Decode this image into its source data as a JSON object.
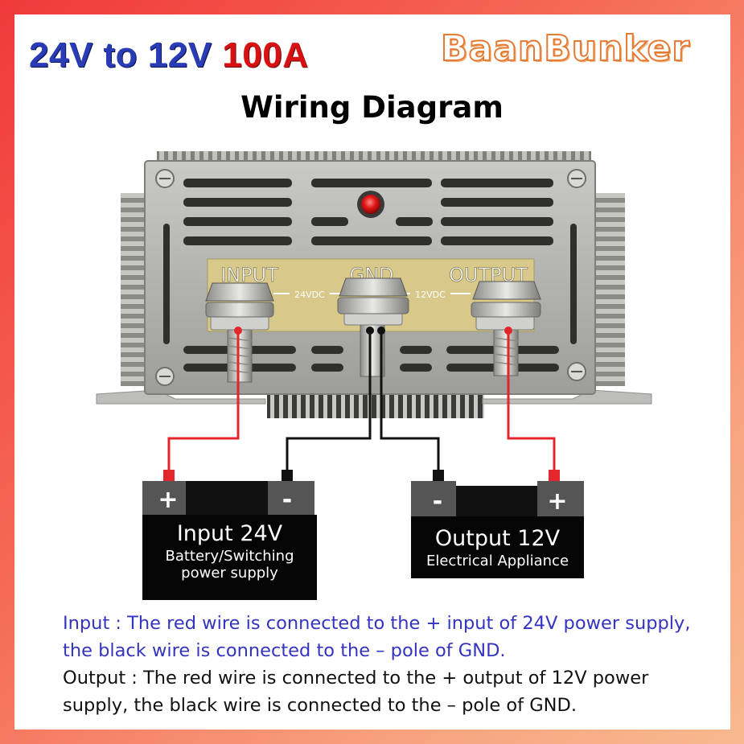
{
  "title": {
    "part1": "24V to 12V ",
    "part2": "100A",
    "brand": "BaanBunker",
    "subtitle": "Wiring Diagram"
  },
  "converter": {
    "input_label": "INPUT",
    "gnd_label": "GND",
    "output_label": "OUTPUT",
    "input_voltage": "24VDC",
    "output_voltage": "12VDC"
  },
  "input_battery": {
    "plus": "+",
    "minus": "-",
    "title": "Input 24V",
    "line1": "Battery/Switching",
    "line2": "power supply"
  },
  "output_battery": {
    "minus": "-",
    "plus": "+",
    "title": "Output 12V",
    "line1": "Electrical Appliance"
  },
  "notes": {
    "input": "Input : The red wire is connected to the + input of 24V power supply, the black wire is connected to the – pole of GND.",
    "output": "Output : The red wire is connected to the + output of 12V power supply, the black wire is connected to the – pole of GND."
  },
  "colors": {
    "red_wire": "#e3262c",
    "black_wire": "#111111",
    "title_blue": "#2a3bb6",
    "title_red": "#d81212",
    "input_note": "#3434c0"
  }
}
